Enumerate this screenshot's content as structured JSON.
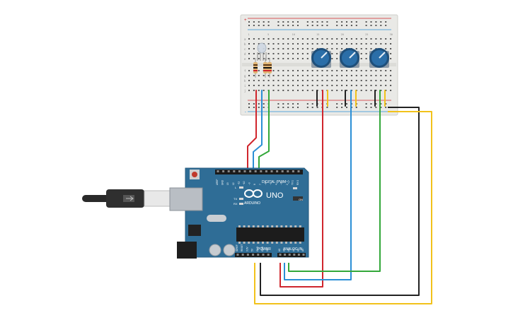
{
  "board": {
    "logo_text": "ARDUINO",
    "model": "UNO",
    "digital_header": "DIGITAL (PWM~)",
    "power_header": "POWER",
    "analog_header": "ANALOG IN",
    "on_label": "ON",
    "tx_label": "TX",
    "rx_label": "RX",
    "l_label": "L",
    "digital_pins": [
      "AREF",
      "GND",
      "13",
      "12",
      "~11",
      "~10",
      "~9",
      "8",
      "7",
      "~6",
      "~5",
      "4",
      "~3",
      "2",
      "TX 1",
      "RX 0"
    ],
    "power_pins": [
      "IOREF",
      "RESET",
      "3.3V",
      "5V",
      "GND",
      "GND",
      "Vin"
    ],
    "analog_pins": [
      "A0",
      "A1",
      "A2",
      "A3",
      "A4",
      "A5"
    ]
  },
  "breadboard": {
    "row_letters_top": [
      "a",
      "b",
      "c",
      "d",
      "e"
    ],
    "row_letters_bottom": [
      "f",
      "g",
      "h",
      "i",
      "j"
    ],
    "rail_plus": "+",
    "rail_minus": "-",
    "column_numbers": [
      "1",
      "5",
      "10",
      "15",
      "20",
      "25",
      "30"
    ]
  },
  "wire_colors": {
    "red": "#d0262d",
    "blue": "#2b8fd6",
    "green": "#33a83a",
    "black": "#222222",
    "yellow": "#f2c21b"
  },
  "colors": {
    "board": "#2f6d96",
    "board_edge": "#245a7d",
    "breadboard": "#e9e9e6",
    "knob": "#2b6ea8",
    "led": "#cfd8e3"
  },
  "components": {
    "led_icon": "rgb-led-icon",
    "resistor_icon": "resistor-icon",
    "pot_icon": "potentiometer-icon",
    "usb_icon": "usb-cable-icon"
  }
}
